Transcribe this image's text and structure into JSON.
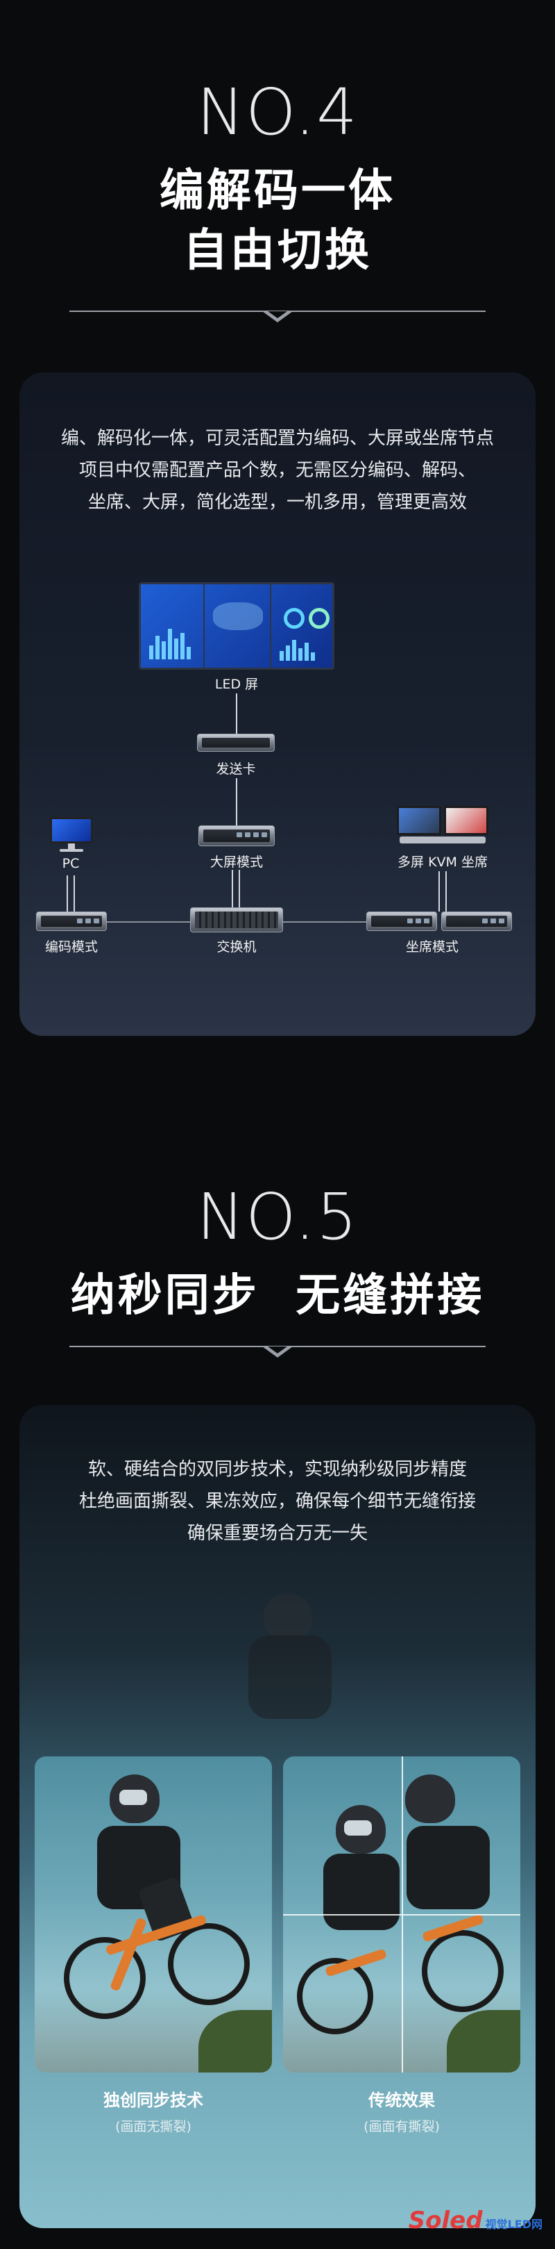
{
  "section4": {
    "number": "NO.4",
    "title_line1": "编解码一体",
    "title_line2": "自由切换",
    "desc_line1": "编、解码化一体，可灵活配置为编码、大屏或坐席节点",
    "desc_line2": "项目中仅需配置产品个数，无需区分编码、解码、",
    "desc_line3": "坐席、大屏，简化选型，一机多用，管理更高效",
    "diagram": {
      "led_screen": "LED 屏",
      "sender_card": "发送卡",
      "pc": "PC",
      "big_screen_mode": "大屏模式",
      "multi_kvm": "多屏 KVM 坐席",
      "encode_mode": "编码模式",
      "switch": "交换机",
      "seat_mode": "坐席模式"
    }
  },
  "section5": {
    "number": "NO.5",
    "title": "纳秒同步  无缝拼接",
    "desc_line1": "软、硬结合的双同步技术，实现纳秒级同步精度",
    "desc_line2": "杜绝画面撕裂、果冻效应，确保每个细节无缝衔接",
    "desc_line3": "确保重要场合万无一失",
    "left_caption": "独创同步技术",
    "left_sub": "(画面无撕裂)",
    "right_caption": "传统效果",
    "right_sub": "(画面有撕裂)"
  },
  "watermark": {
    "brand": "Soled",
    "tag": "视觉LED网"
  },
  "colors": {
    "background": "#0a0b0d",
    "card": "#151b26",
    "accent": "#ffffff",
    "sky": "#6fa9b8"
  }
}
